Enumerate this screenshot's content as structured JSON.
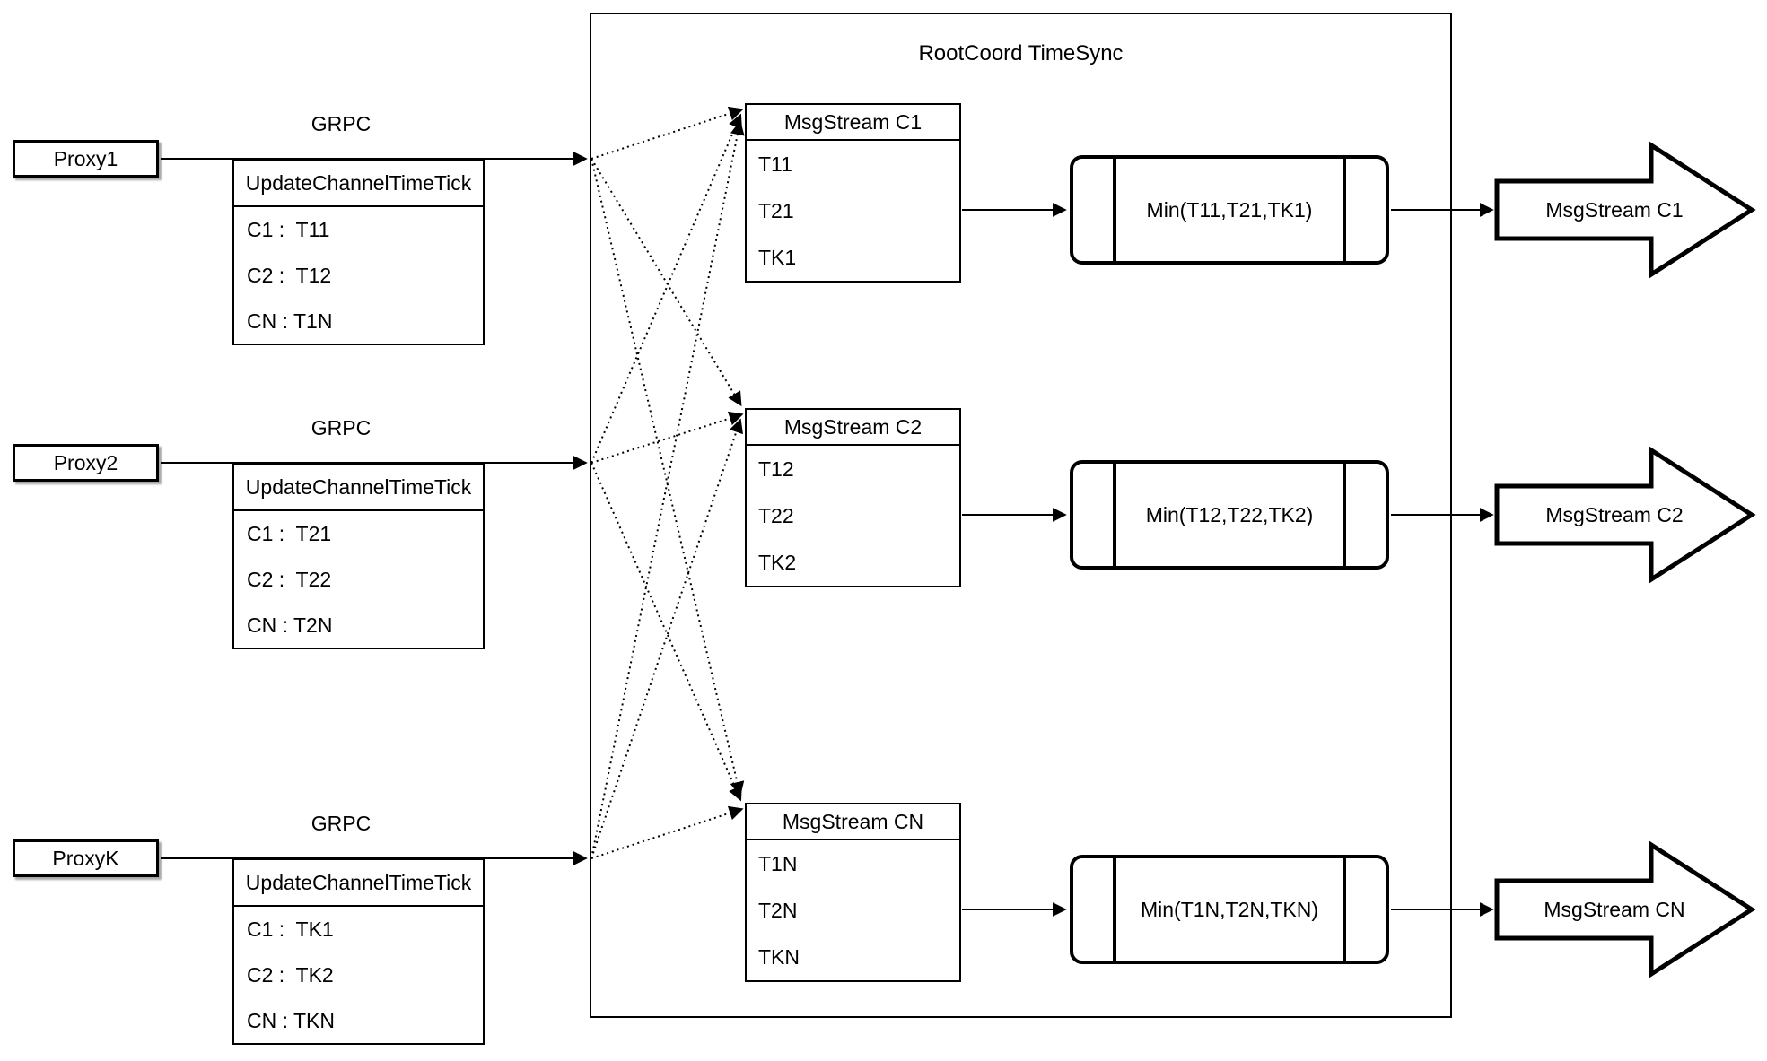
{
  "title": "RootCoord TimeSync",
  "rows": [
    {
      "proxy": "Proxy1",
      "protocol": "GRPC",
      "update_table": {
        "header": "UpdateChannelTimeTick",
        "entries": [
          "C1 :  T11",
          "C2 :  T12",
          "CN : T1N"
        ]
      },
      "stream_table": {
        "header": "MsgStream C1",
        "entries": [
          "T11",
          "T21",
          "TK1"
        ]
      },
      "min": "Min(T11,T21,TK1)",
      "output": "MsgStream C1"
    },
    {
      "proxy": "Proxy2",
      "protocol": "GRPC",
      "update_table": {
        "header": "UpdateChannelTimeTick",
        "entries": [
          "C1 :  T21",
          "C2 :  T22",
          "CN : T2N"
        ]
      },
      "stream_table": {
        "header": "MsgStream C2",
        "entries": [
          "T12",
          "T22",
          "TK2"
        ]
      },
      "min": "Min(T12,T22,TK2)",
      "output": "MsgStream C2"
    },
    {
      "proxy": "ProxyK",
      "protocol": "GRPC",
      "update_table": {
        "header": "UpdateChannelTimeTick",
        "entries": [
          "C1 :  TK1",
          "C2 :  TK2",
          "CN : TKN"
        ]
      },
      "stream_table": {
        "header": "MsgStream CN",
        "entries": [
          "T1N",
          "T2N",
          "TKN"
        ]
      },
      "min": "Min(T1N,T2N,TKN)",
      "output": "MsgStream CN"
    }
  ],
  "colors": {
    "ink": "#000000",
    "background": "#ffffff",
    "proxy_shadow": "#a0a0a0"
  }
}
